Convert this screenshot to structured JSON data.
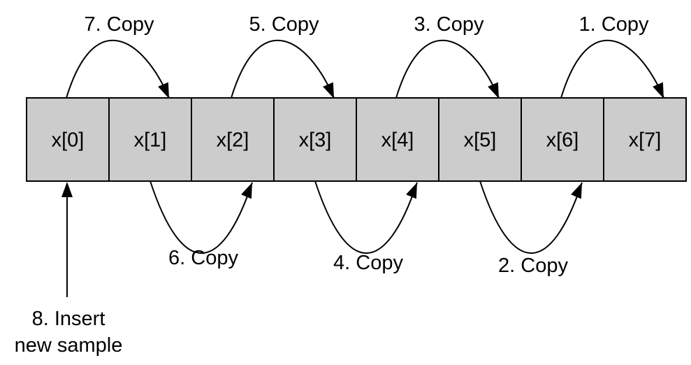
{
  "diagram": {
    "cells": [
      "x[0]",
      "x[1]",
      "x[2]",
      "x[3]",
      "x[4]",
      "x[5]",
      "x[6]",
      "x[7]"
    ],
    "copies_top": [
      {
        "label": "7. Copy",
        "from": 0,
        "to": 1
      },
      {
        "label": "5. Copy",
        "from": 2,
        "to": 3
      },
      {
        "label": "3. Copy",
        "from": 4,
        "to": 5
      },
      {
        "label": "1. Copy",
        "from": 6,
        "to": 7
      }
    ],
    "copies_bottom": [
      {
        "label": "6. Copy",
        "from": 1,
        "to": 2
      },
      {
        "label": "4. Copy",
        "from": 3,
        "to": 4
      },
      {
        "label": "2. Copy",
        "from": 5,
        "to": 6
      }
    ],
    "insert": {
      "line1": "8. Insert",
      "line2": "new sample",
      "target": 0
    }
  }
}
